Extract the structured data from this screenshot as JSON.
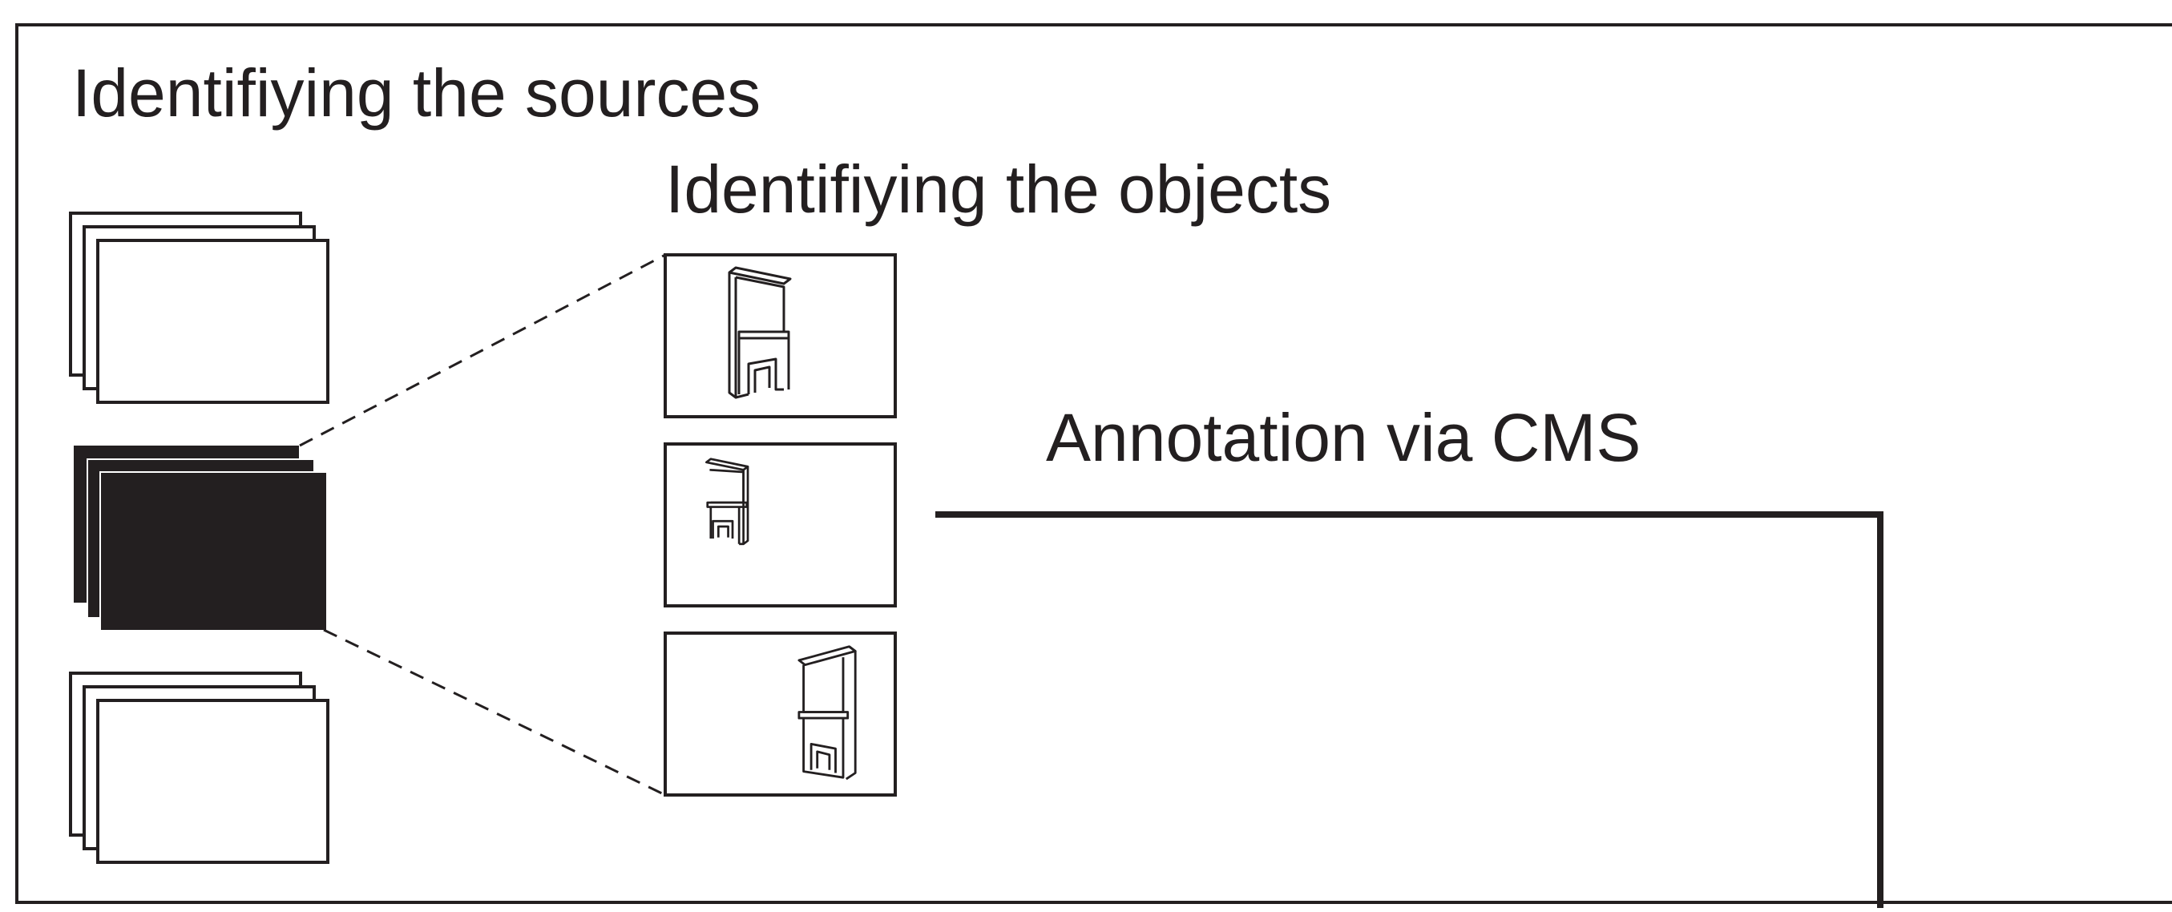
{
  "diagram": {
    "colors": {
      "ink": "#231f20",
      "background": "#ffffff"
    },
    "labels": {
      "sources": "Identifiying the sources",
      "objects": "Identifiying the objects",
      "annotation": "Annotation via CMS"
    },
    "source_stacks": [
      {
        "name": "source-stack-1",
        "state": "unselected"
      },
      {
        "name": "source-stack-2",
        "state": "selected"
      },
      {
        "name": "source-stack-3",
        "state": "unselected"
      }
    ],
    "object_frames": [
      {
        "name": "object-frame-1",
        "icon": "fireplace-icon"
      },
      {
        "name": "object-frame-2",
        "icon": "fireplace-icon"
      },
      {
        "name": "object-frame-3",
        "icon": "fireplace-icon"
      }
    ]
  }
}
